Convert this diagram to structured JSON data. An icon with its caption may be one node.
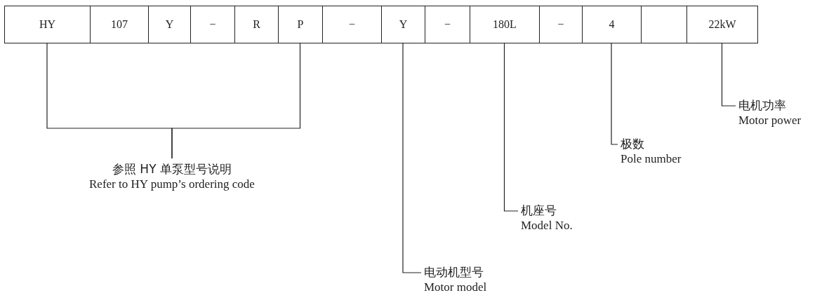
{
  "diagram": {
    "nodes": [
      {
        "text": [
          "HY"
        ]
      },
      {
        "text": [
          "107"
        ]
      },
      {
        "text": [
          "Y"
        ]
      },
      {
        "text": [
          "−"
        ]
      },
      {
        "text": [
          "R"
        ]
      },
      {
        "text": [
          "P"
        ]
      },
      {
        "text": [
          "−"
        ]
      },
      {
        "text": [
          "Y"
        ]
      },
      {
        "text": [
          "−"
        ]
      },
      {
        "text": [
          "180L"
        ]
      },
      {
        "text": [
          "−"
        ]
      },
      {
        "text": [
          "4"
        ]
      },
      {
        "text": [],
        "shape": "box"
      },
      {
        "text": [
          "22kW"
        ]
      },
      {
        "text": [
          "参照 HY 单泵型号说明",
          "Refer to HY pump’s ordering code"
        ]
      },
      {
        "text": [
          "电动机型号",
          "Motor model"
        ]
      },
      {
        "text": [
          "机座号",
          "Model No."
        ]
      },
      {
        "text": [
          "极数",
          "Pole number"
        ]
      },
      {
        "text": [
          "电机功率",
          "Motor power"
        ]
      }
    ],
    "edges": [
      {
        "from": 14,
        "to": 0,
        "arrow": "none"
      },
      {
        "from": 14,
        "to": 5,
        "arrow": "none"
      },
      {
        "from": 15,
        "to": 7,
        "arrow": "none"
      },
      {
        "from": 16,
        "to": 9,
        "arrow": "none"
      },
      {
        "from": 17,
        "to": 11,
        "arrow": "none"
      },
      {
        "from": 18,
        "to": 13,
        "arrow": "none"
      }
    ]
  }
}
